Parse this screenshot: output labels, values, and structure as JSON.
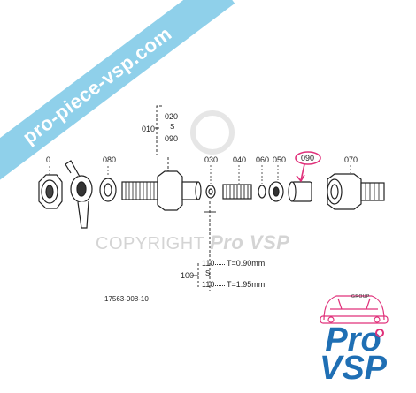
{
  "watermark": {
    "banner_text": "pro-piece-vsp.com",
    "copyright_prefix": "COPYRIGHT",
    "copyright_brand": "Pro VSP"
  },
  "diagram": {
    "part_labels": {
      "020": "020",
      "s_upper": "S",
      "090_upper": "090",
      "010": "010",
      "030": "030",
      "040": "040",
      "060": "060",
      "050": "050",
      "090": "090",
      "070": "070",
      "080": "080",
      "0_left": "0",
      "110_a": "110",
      "t_090": "T=0.90mm",
      "s_lower": "S",
      "110_b": "110",
      "t_195": "T=1.95mm",
      "100": "100"
    },
    "drawing_code": "17563-008-10",
    "highlight_color": "#e0307a"
  },
  "logo": {
    "small_text": "GROUP",
    "line1": "Pro",
    "line2": "VSP",
    "primary_color": "#1f6fb4",
    "accent_color": "#e0307a"
  }
}
